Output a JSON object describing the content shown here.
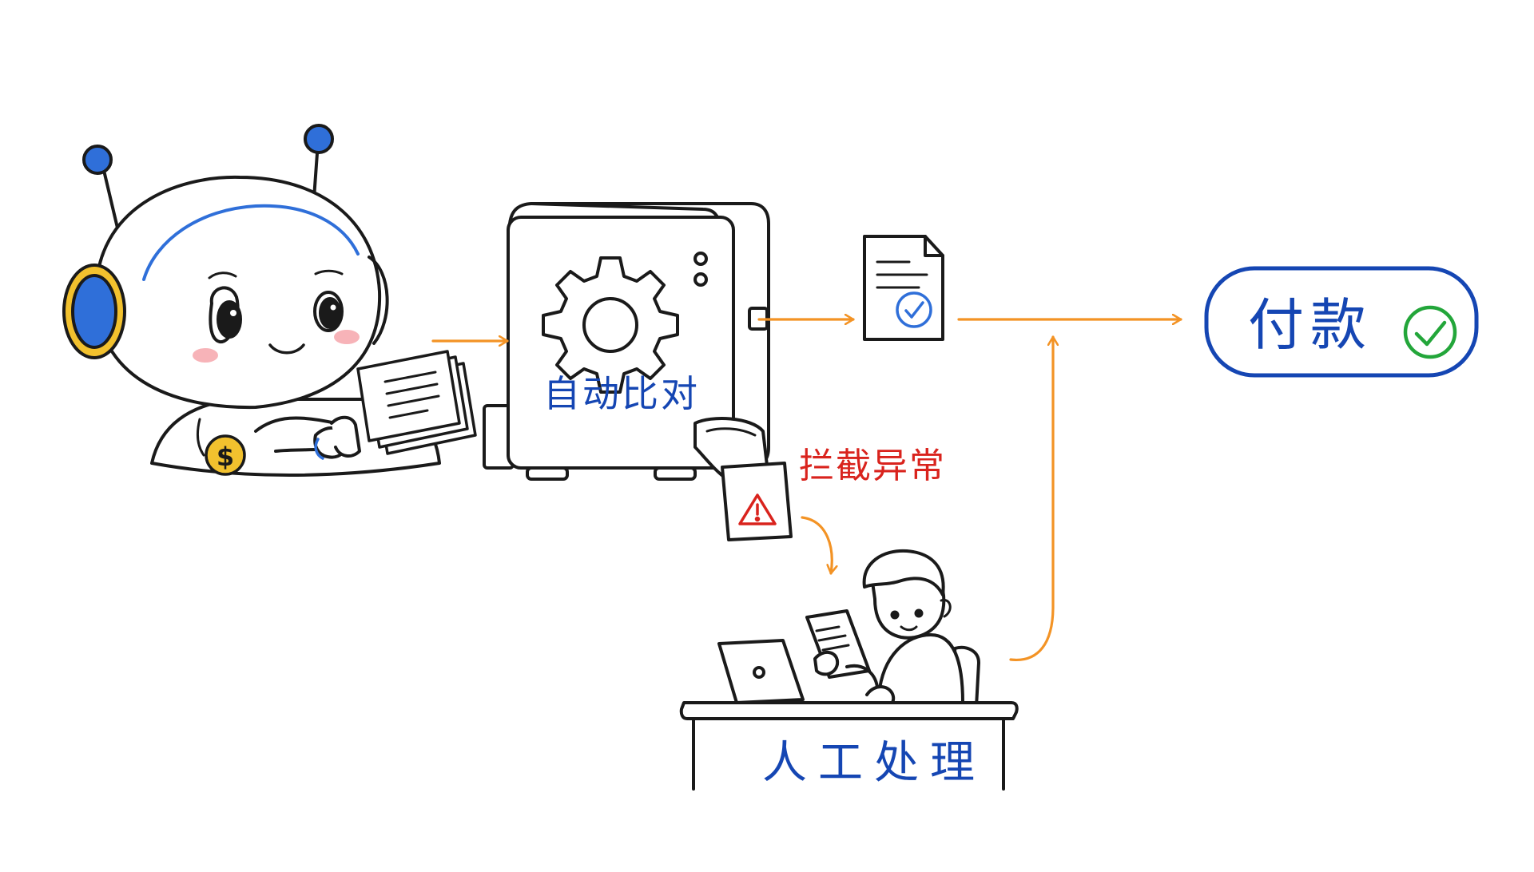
{
  "nodes": {
    "compare": {
      "label": "自动比对"
    },
    "intercept": {
      "label": "拦截异常"
    },
    "manual": {
      "label": "人工处理"
    },
    "pay": {
      "label": "付款"
    }
  },
  "robot": {
    "badge_symbol": "$"
  },
  "colors": {
    "arrow": "#f39325",
    "blue": "#1546b3",
    "accent_blue": "#2f6fd9",
    "red": "#d9231d",
    "green": "#23a63a",
    "outline": "#1a1a1a",
    "coin": "#f2c12e",
    "blush": "#f7b3b8"
  },
  "icons": [
    "gear-icon",
    "warning-icon",
    "check-icon",
    "document-icon",
    "dollar-coin-icon"
  ]
}
